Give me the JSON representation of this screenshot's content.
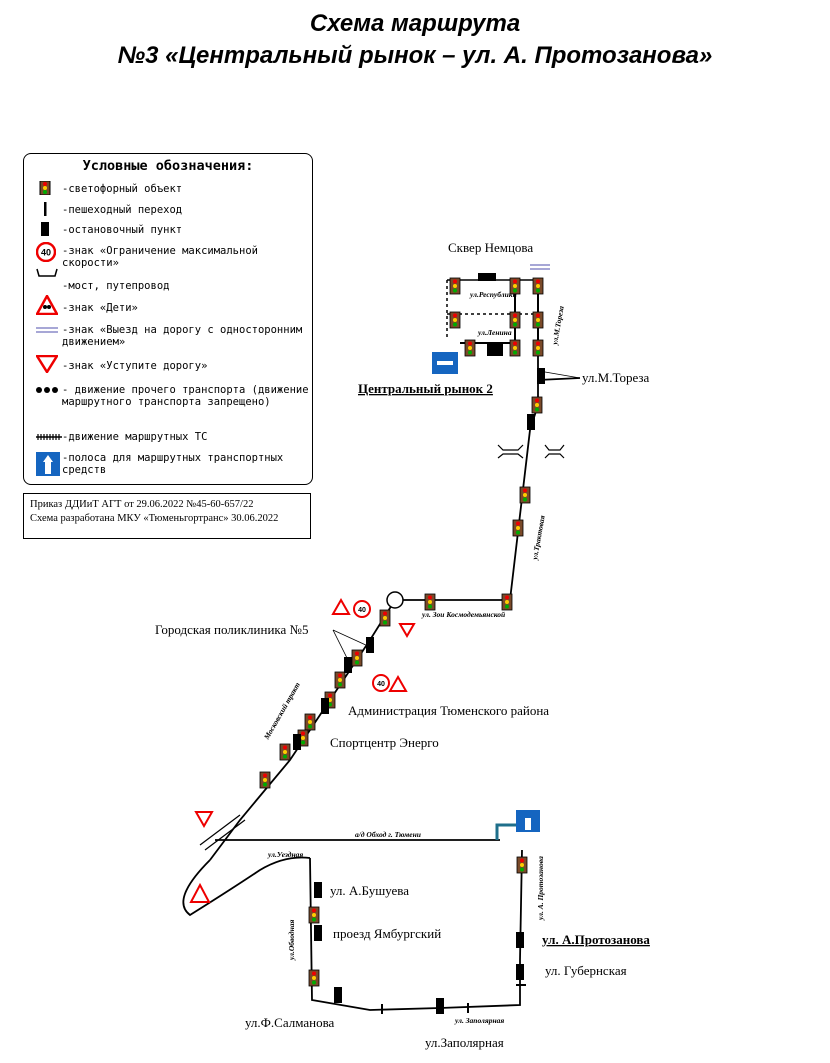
{
  "title": {
    "line1": "Схема маршрута",
    "line2": "№3 «Центральный рынок – ул. А. Протозанова»"
  },
  "legend": {
    "heading": "Условные обозначения:",
    "items": [
      {
        "icon": "traffic-light-icon",
        "text": "-светофорный объект"
      },
      {
        "icon": "crosswalk-icon",
        "text": "-пешеходный переход"
      },
      {
        "icon": "stop-icon",
        "text": "-остановочный пункт"
      },
      {
        "icon": "speed-limit-icon",
        "text": "-знак «Ограничение максимальной скорости»",
        "sign_text": "40"
      },
      {
        "icon": "bridge-icon",
        "text": "-мост, путепровод"
      },
      {
        "icon": "children-sign-icon",
        "text": "-знак «Дети»"
      },
      {
        "icon": "one-way-exit-icon",
        "text": "-знак «Выезд на дорогу с односторонним движением»"
      },
      {
        "icon": "yield-sign-icon",
        "text": "-знак «Уступите дорогу»"
      },
      {
        "icon": "other-traffic-icon",
        "text": "- движение прочего транспорта (движение маршрутного транспорта запрещено)"
      },
      {
        "icon": "route-traffic-icon",
        "text": "-движение маршрутных ТС"
      },
      {
        "icon": "bus-lane-icon",
        "text": "-полоса для маршрутных транспортных средств"
      }
    ]
  },
  "order": {
    "line1": "Приказ ДДИиТ АГТ от 29.06.2022 №45-60-657/22",
    "line2": "Схема разработана МКУ «Тюменьгортранс» 30.06.2022"
  },
  "stops": {
    "skver": "Сквер Немцова",
    "central": "Центральный рынок 2",
    "toreza": "ул.М.Тореза",
    "poly": "Городская поликлиника №5",
    "admin": "Администрация Тюменского района",
    "sport": "Спортцентр Энерго",
    "bushueva": "ул. А.Бушуева",
    "yamburg": "проезд Ямбургский",
    "salmanova": "ул.Ф.Салманова",
    "zapolyarnaya": "ул.Заполярная",
    "protozanova": "ул. А.Протозанова",
    "gubernskaya": "ул. Губернская"
  },
  "streets": {
    "respubliki": "ул.Республики",
    "lenina": "ул.Ленина",
    "mtoreza": "ул.М.Тореза",
    "trakt": "ул.Трактовая",
    "zoi": "ул. Зои Космодемьянской",
    "moskovsky": "Московский тракт",
    "obhod": "а/д Обход г. Тюмени",
    "uezdnaya": "ул.Уездная",
    "obvodnaya": "ул.Обводная",
    "zapol_street": "ул. Заполярная",
    "aprot_street": "ул. А. Протозанова"
  },
  "colors": {
    "ink": "#000000",
    "sign_red": "#e00000",
    "lane_blue": "#1565c0",
    "exit_stripe": "#8a8ac8",
    "bridge_teal": "#1f6f8b"
  }
}
